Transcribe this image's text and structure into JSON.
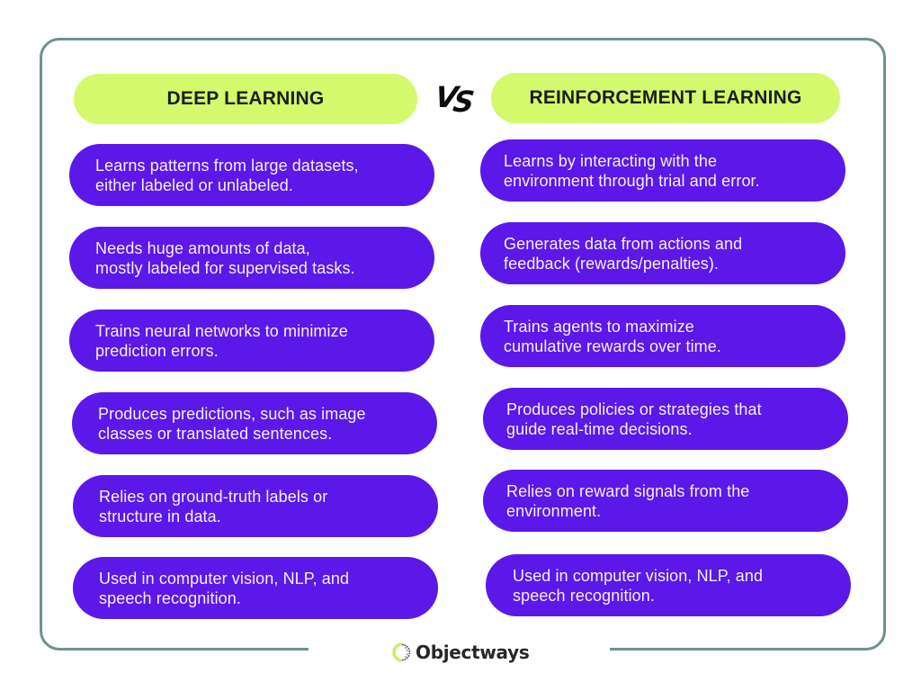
{
  "colors": {
    "frame_border": "#6e9190",
    "header_bg": "#d4f96c",
    "header_text": "#1b1f1a",
    "pill_bg": "#5b18e8",
    "pill_text": "#f5f0ff",
    "logo_accent": "#c8f25a"
  },
  "vs_label": {
    "v": "V",
    "s": "S"
  },
  "left_column": {
    "title": "DEEP LEARNING",
    "items": [
      {
        "line1": "Learns patterns from large datasets,",
        "line2": "either labeled or unlabeled."
      },
      {
        "line1": "Needs huge amounts of data,",
        "line2": "mostly labeled for supervised tasks."
      },
      {
        "line1": "Trains neural networks to minimize",
        "line2": "prediction errors."
      },
      {
        "line1": "Produces predictions, such as image",
        "line2": "classes or translated sentences."
      },
      {
        "line1": "Relies on ground-truth labels or",
        "line2": "structure in data."
      },
      {
        "line1": "Used in computer vision, NLP, and",
        "line2": "speech recognition."
      }
    ]
  },
  "right_column": {
    "title": "REINFORCEMENT LEARNING",
    "items": [
      {
        "line1": "Learns by interacting with the",
        "line2": "environment through trial and error."
      },
      {
        "line1": "Generates data from actions and",
        "line2": "feedback (rewards/penalties)."
      },
      {
        "line1": "Trains agents to maximize",
        "line2": "cumulative rewards over time."
      },
      {
        "line1": "Produces policies or strategies that",
        "line2": "guide real-time decisions."
      },
      {
        "line1": "Relies on reward signals from the",
        "line2": "environment."
      },
      {
        "line1": "Used in computer vision, NLP, and",
        "line2": "speech recognition."
      }
    ]
  },
  "footer": {
    "logo_icon": "objectways-ring-logo-icon",
    "brand": "Objectways"
  }
}
